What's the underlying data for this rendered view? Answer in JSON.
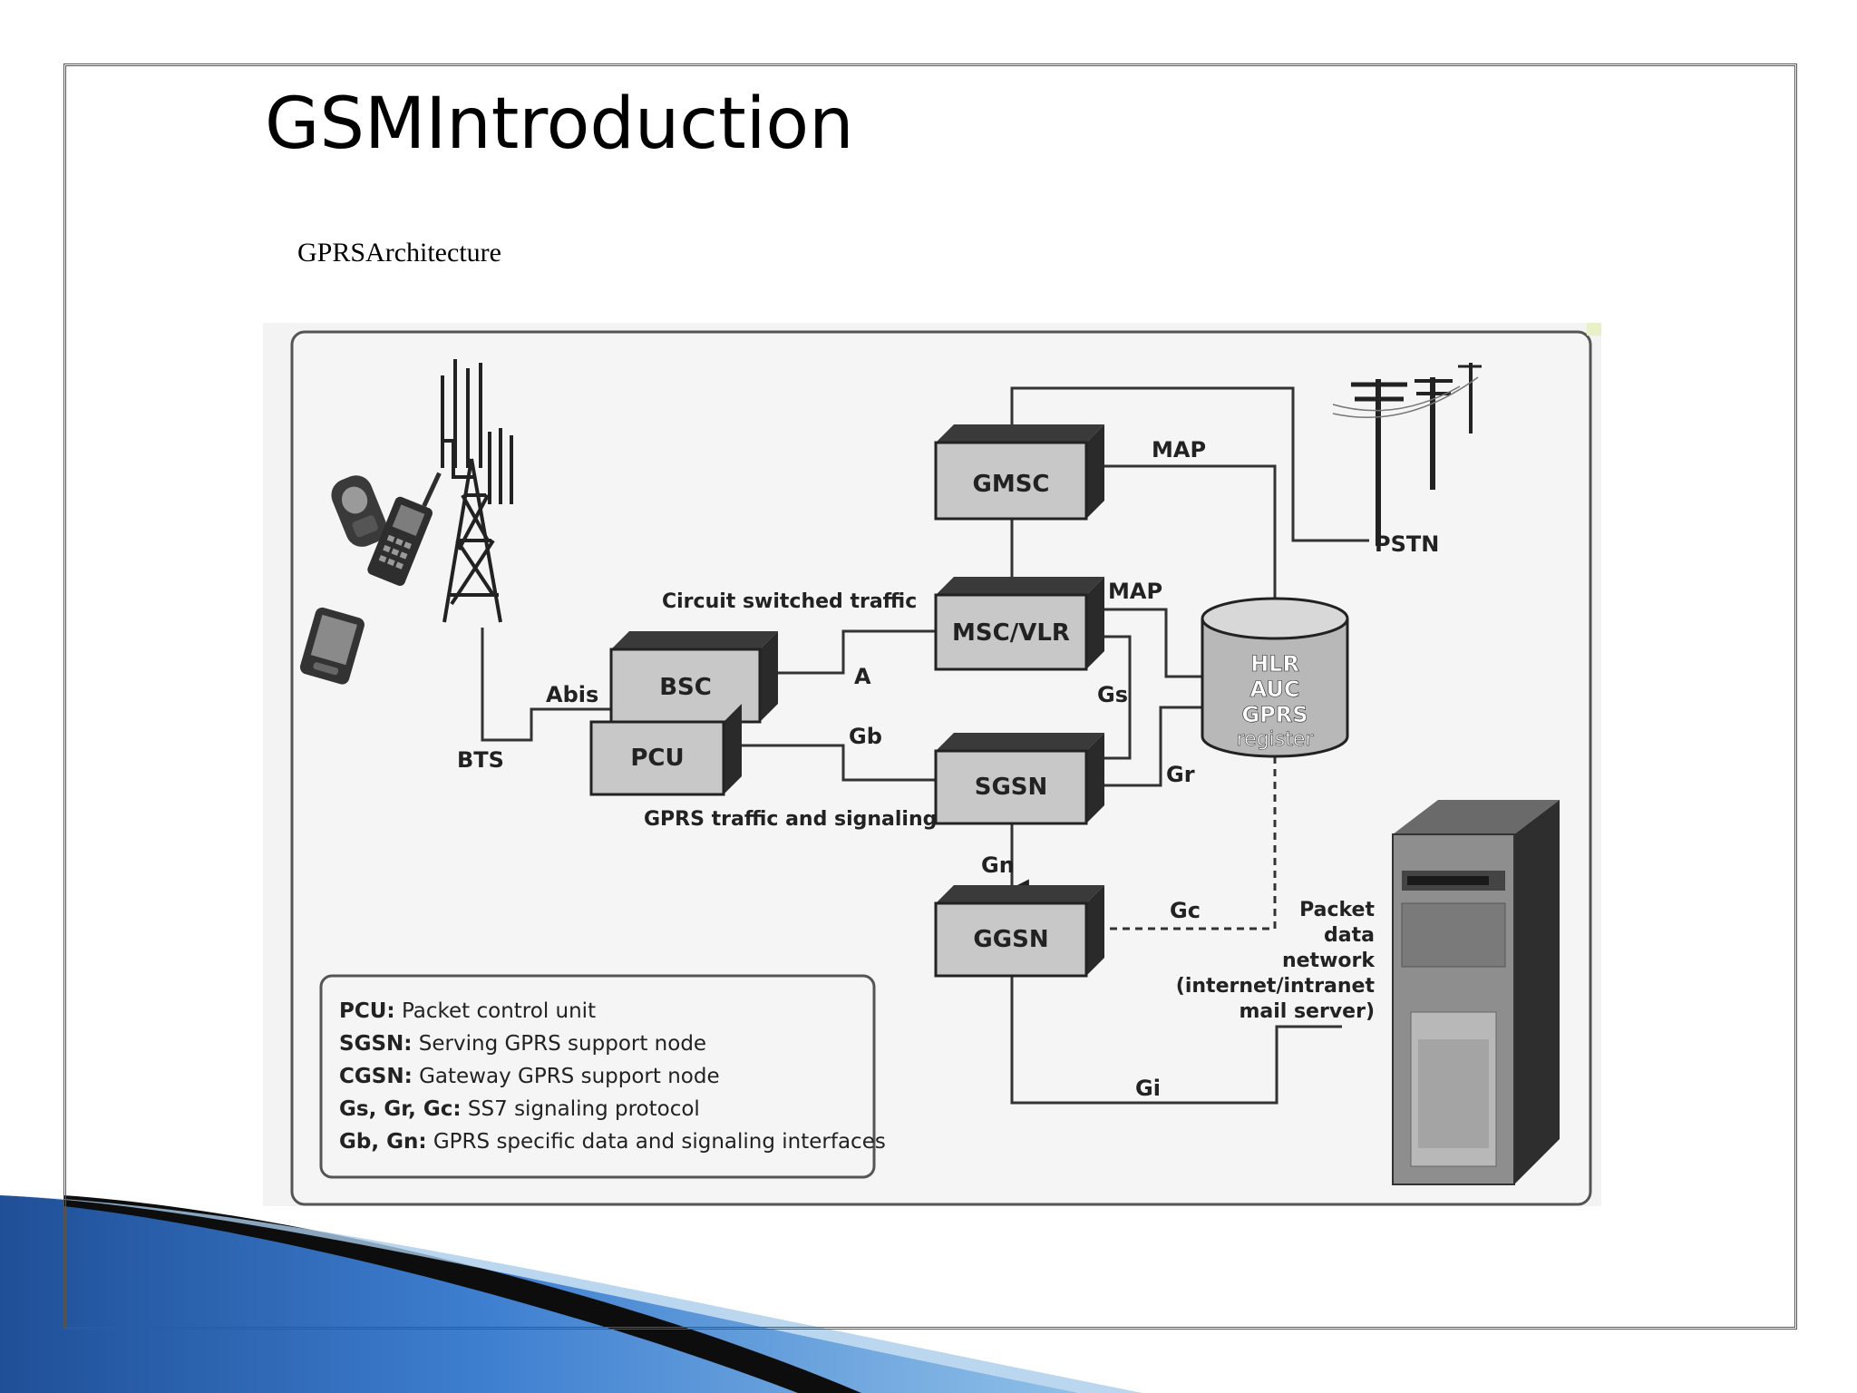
{
  "slide": {
    "title": "GSMIntroduction",
    "subtitle": "GPRSArchitecture"
  },
  "diagram": {
    "nodes": {
      "gmsc": "GMSC",
      "msc": "MSC/VLR",
      "bsc": "BSC",
      "pcu": "PCU",
      "sgsn": "SGSN",
      "ggsn": "GGSN",
      "hlr": [
        "HLR",
        "AUC",
        "GPRS",
        "register"
      ],
      "bts": "BTS",
      "pstn": "PSTN",
      "pdn": [
        "Packet",
        "data",
        "network",
        "(internet/intranet",
        "mail server)"
      ]
    },
    "links": {
      "map_gmsc": "MAP",
      "map_msc": "MAP",
      "abis": "Abis",
      "a": "A",
      "gb": "Gb",
      "gs": "Gs",
      "gr": "Gr",
      "gn": "Gn",
      "gc": "Gc",
      "gi": "Gi"
    },
    "captions": {
      "circuit": "Circuit switched traffic",
      "gprs": "GPRS traffic and signaling"
    },
    "legend": [
      {
        "term": "PCU:",
        "desc": "Packet control unit"
      },
      {
        "term": "SGSN:",
        "desc": "Serving GPRS support node"
      },
      {
        "term": "CGSN:",
        "desc": "Gateway GPRS support node"
      },
      {
        "term": "Gs, Gr, Gc:",
        "desc": "SS7 signaling protocol"
      },
      {
        "term": "Gb, Gn:",
        "desc": "GPRS specific data and signaling interfaces"
      }
    ]
  }
}
